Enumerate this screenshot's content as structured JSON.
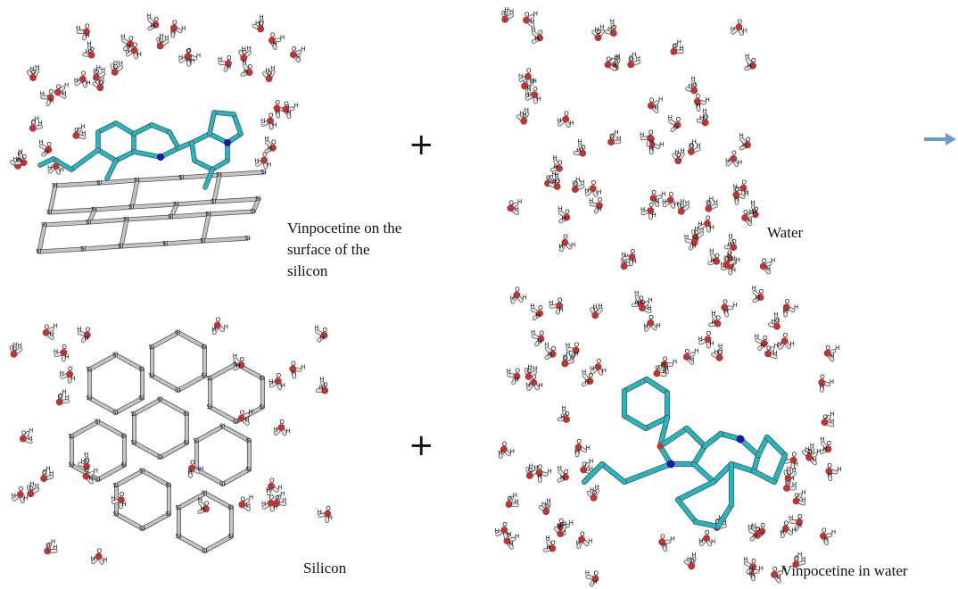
{
  "captions": {
    "vinpocetine_surface": [
      "Vinpocetine on the",
      "surface of the",
      "silicon"
    ],
    "water": "Water",
    "silicon": "Silicon",
    "vinpocetine_water": "Vinpocetine in water"
  },
  "operators": {
    "plus_top": "+",
    "plus_bottom": "+"
  },
  "atom_labels": {
    "hydrogen": "H",
    "oxygen": "O",
    "silicon": "Si"
  },
  "colors": {
    "oxygen": "#d42b2b",
    "hydrogen": "#e6e6e6",
    "carbon": "#1fb8c4",
    "nitrogen": "#1a1aa8",
    "silicon": "#c4c4c4",
    "arrow": "#6a9bcc",
    "outline": "#555555"
  },
  "icons": {
    "reaction_arrow": "right-arrow-icon"
  }
}
